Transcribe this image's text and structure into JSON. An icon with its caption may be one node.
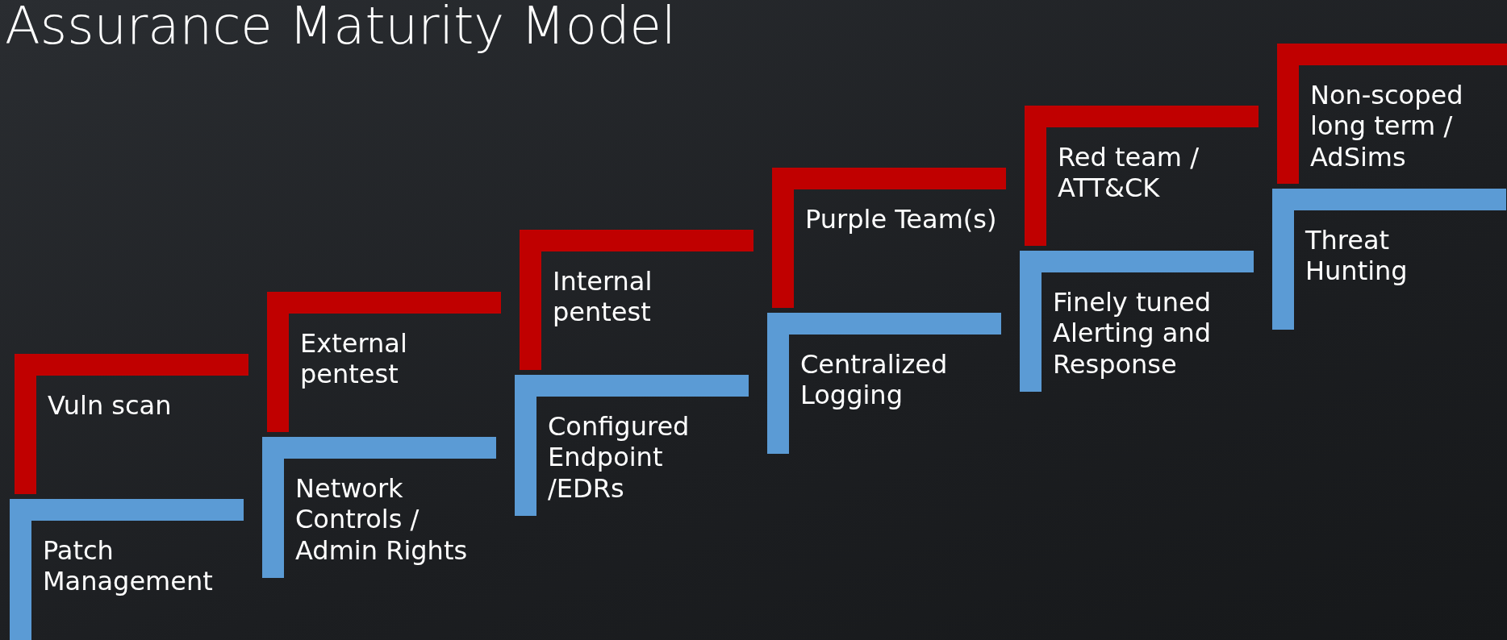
{
  "diagram": {
    "title": "Assurance Maturity Model",
    "nodes": [
      {
        "text": [
          "Vuln scan"
        ]
      },
      {
        "text": [
          "External pentest"
        ]
      },
      {
        "text": [
          "Internal pentest"
        ]
      },
      {
        "text": [
          "Purple Team(s)"
        ]
      },
      {
        "text": [
          "Red team / ATT&CK"
        ]
      },
      {
        "text": [
          "Non-scoped long term / AdSims"
        ]
      },
      {
        "text": [
          "Patch Management"
        ]
      },
      {
        "text": [
          "Network Controls / Admin Rights"
        ]
      },
      {
        "text": [
          "Configured Endpoint /EDRs"
        ]
      },
      {
        "text": [
          "Centralized Logging"
        ]
      },
      {
        "text": [
          "Finely tuned Alerting and Response"
        ]
      },
      {
        "text": [
          "Threat Hunting"
        ]
      }
    ]
  }
}
